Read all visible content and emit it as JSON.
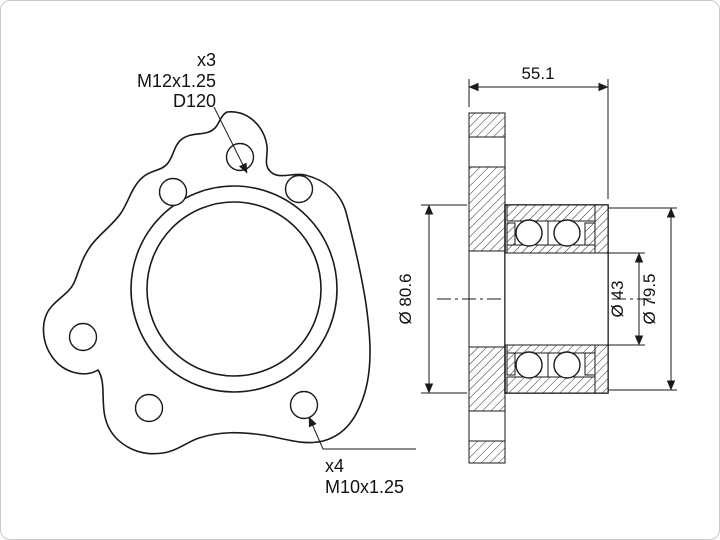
{
  "front_view": {
    "stud_callout": {
      "count": "x3",
      "thread": "M12x1.25",
      "pcd": "D120"
    },
    "bolt_callout": {
      "count": "x4",
      "thread": "M10x1.25"
    }
  },
  "section_view": {
    "dims": {
      "width": "55.1",
      "hub_outer_dia": "Ø 80.6",
      "bore_dia": "Ø 43",
      "inner_dia": "Ø 79.5"
    }
  },
  "colors": {
    "line": "#1a1a1a",
    "background": "#ffffff",
    "frame": "#c9c9c9"
  }
}
